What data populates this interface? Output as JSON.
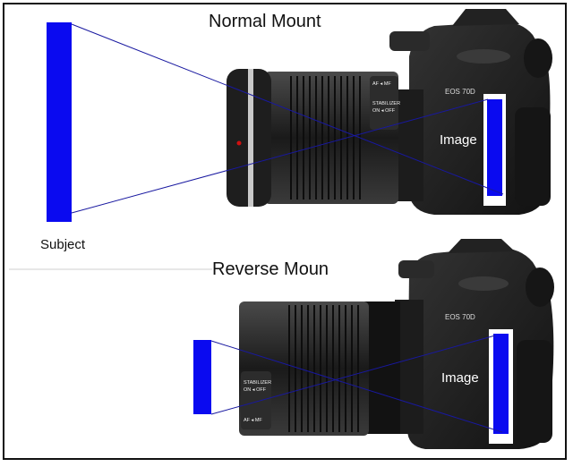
{
  "top_panel": {
    "title": "Normal Mount",
    "subject_label": "Subject",
    "image_label": "Image",
    "camera_texts": {
      "badge": "EOS 70D",
      "switch1": "AF  ◂  MF",
      "switch2": "STABILIZER",
      "switch3": "ON  ◂  OFF"
    }
  },
  "bottom_panel": {
    "title": "Reverse Moun",
    "image_label": "Image",
    "camera_texts": {
      "badge": "EOS 70D",
      "switch1": "STABILIZER",
      "switch2": "ON  ◂  OFF",
      "switch3": "AF  ◂  MF"
    }
  },
  "colors": {
    "subject_fill": "#0a0af0",
    "ray_line": "#1818a0",
    "camera_body": "#1b1b1b",
    "lens_barrel": "#262626",
    "label_on_dark": "#ffffff"
  }
}
